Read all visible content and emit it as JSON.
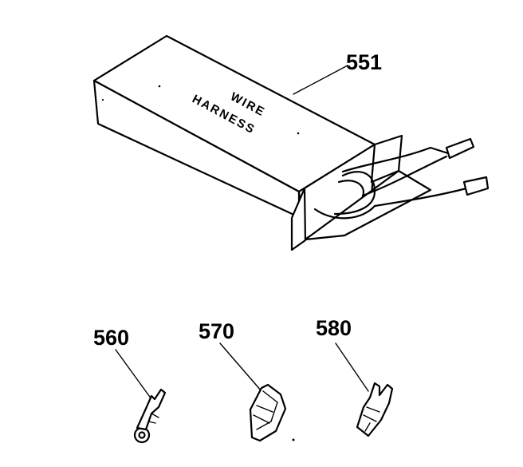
{
  "diagram": {
    "box_label_line1": "WIRE",
    "box_label_line2": "HARNESS",
    "callouts": {
      "wire_harness": "551",
      "ring_terminal": "560",
      "clip_terminal": "570",
      "spade_terminal": "580"
    }
  },
  "colors": {
    "ink": "#000000",
    "paper": "#ffffff"
  }
}
